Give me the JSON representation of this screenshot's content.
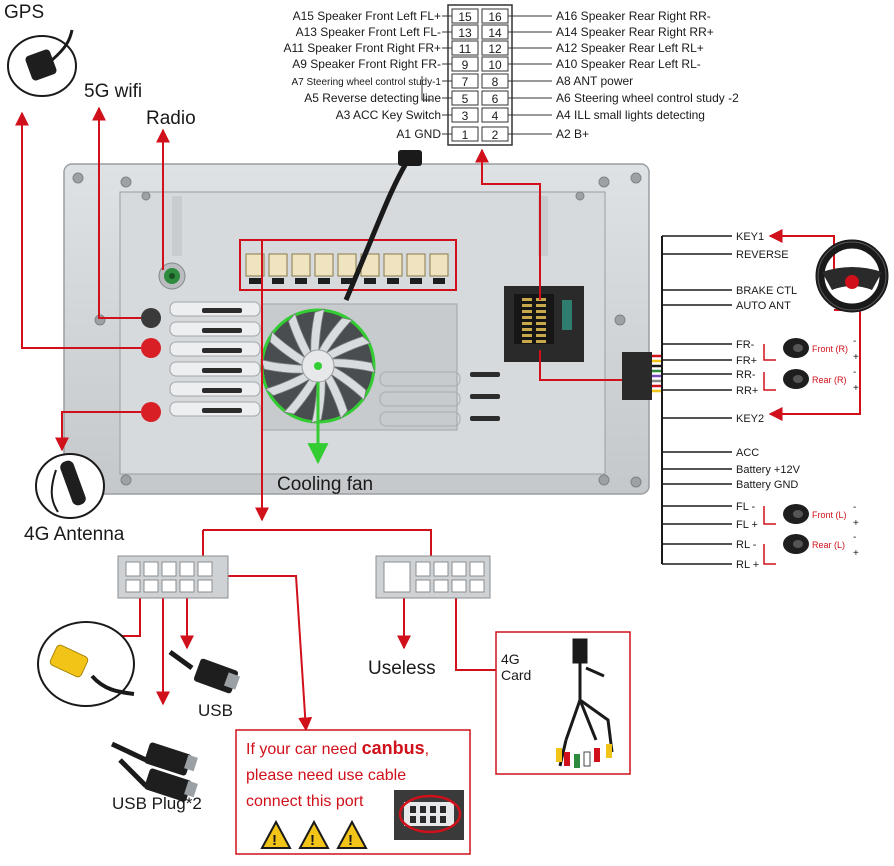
{
  "colors": {
    "wire_red": "#d0101a",
    "highlight_green": "#33cc33",
    "unit_silver": "#cfd2d4",
    "text": "#1a1a1a"
  },
  "left_labels": {
    "gps": "GPS",
    "wifi": "5G wifi",
    "radio": "Radio",
    "antenna_4g": "4G Antenna",
    "cooling_fan": "Cooling fan"
  },
  "pin_table": {
    "left": [
      {
        "label": "A15  Speaker Front Left FL+",
        "pin": "15"
      },
      {
        "label": "A13  Speaker Front Left FL-",
        "pin": "13"
      },
      {
        "label": "A11  Speaker Front Right FR+",
        "pin": "11"
      },
      {
        "label": "A9   Speaker Front Right FR-",
        "pin": "9"
      },
      {
        "label": "A7   Steering wheel control study-1",
        "pin": "7"
      },
      {
        "label": "A5   Reverse detecting line",
        "pin": "5"
      },
      {
        "label": "A3 ACC Key Switch",
        "pin": "3"
      },
      {
        "label": "A1 GND",
        "pin": "1"
      }
    ],
    "right": [
      {
        "label": "A16 Speaker Rear Right RR-",
        "pin": "16"
      },
      {
        "label": "A14 Speaker Rear Right RR+",
        "pin": "14"
      },
      {
        "label": "A12 Speaker Rear Left RL+",
        "pin": "12"
      },
      {
        "label": "A10 Speaker Rear Left RL-",
        "pin": "10"
      },
      {
        "label": "A8   ANT power",
        "pin": "8"
      },
      {
        "label": "A6   Steering wheel control study -2",
        "pin": "6"
      },
      {
        "label": "A4   ILL small lights detecting",
        "pin": "4"
      },
      {
        "label": "A2   B+",
        "pin": "2"
      }
    ]
  },
  "harness": {
    "group1": [
      "KEY1",
      "REVERSE"
    ],
    "group2": [
      "BRAKE CTL",
      "AUTO ANT"
    ],
    "front_r": [
      "FR-",
      "FR+"
    ],
    "rear_r": [
      "RR-",
      "RR+"
    ],
    "key2": "KEY2",
    "group3": [
      "ACC",
      "Battery +12V",
      "Battery GND"
    ],
    "front_l": [
      "FL -",
      "FL +"
    ],
    "rear_l": [
      "RL -",
      "RL +"
    ],
    "speaker_labels": {
      "front_r": "Front (R)",
      "rear_r": "Rear (R)",
      "front_l": "Front (L)",
      "rear_l": "Rear (L)"
    },
    "minus": "-",
    "plus": "+"
  },
  "bottom": {
    "usb": "USB",
    "usb_plug": "USB Plug*2",
    "useless": "Useless",
    "card_line1": "4G",
    "card_line2": "Card",
    "canbus_line1_pre": "If your car need ",
    "canbus_line1_bold": "canbus",
    "canbus_line1_post": ",",
    "canbus_line2": "please need use cable",
    "canbus_line3": "connect this port",
    "warning_glyph": "!"
  }
}
